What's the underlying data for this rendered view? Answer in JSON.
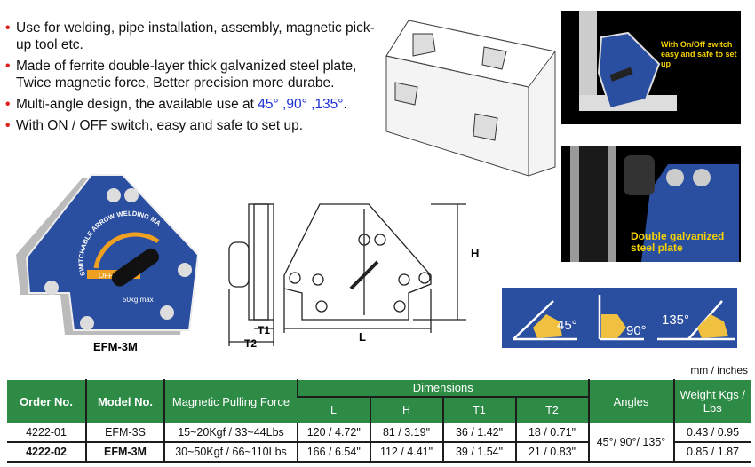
{
  "features": [
    {
      "text": "Use for welding, pipe installation, assembly, magnetic pick-up tool etc."
    },
    {
      "text": "Made of ferrite double-layer thick galvanized steel plate, Twice magnetic force, Better precision more durabe."
    },
    {
      "text": "Multi-angle design, the available use at ",
      "highlight": "45° ,90° ,135°",
      "suffix": "."
    },
    {
      "text": "With ON / OFF switch, easy and safe to set up."
    }
  ],
  "photos": {
    "switch_caption": "With On/Off switch easy and safe to set up",
    "plate_caption": "Double galvanized steel plate",
    "product_label": "EFM-3M",
    "magnet_arc_text": "SWITCHABLE ARROW WELDING MAGNET",
    "magnet_off": "OFF",
    "magnet_max": "50kg max"
  },
  "drawing": {
    "h": "H",
    "l": "L",
    "t1": "T1",
    "t2": "T2"
  },
  "angles": [
    "45°",
    "90°",
    "135°"
  ],
  "table": {
    "unit": "mm / inches",
    "headers": {
      "order": "Order No.",
      "model": "Model No.",
      "force": "Magnetic Pulling Force",
      "dimensions": "Dimensions",
      "l": "L",
      "h": "H",
      "t1": "T1",
      "t2": "T2",
      "angles": "Angles",
      "weight": "Weight Kgs / Lbs"
    },
    "rows": [
      {
        "order": "4222-01",
        "model": "EFM-3S",
        "force": "15~20Kgf / 33~44Lbs",
        "l": "120 / 4.72\"",
        "h": "81 / 3.19\"",
        "t1": "36 / 1.42\"",
        "t2": "18 / 0.71\"",
        "weight": "0.43 / 0.95"
      },
      {
        "order": "4222-02",
        "model": "EFM-3M",
        "force": "30~50Kgf / 66~110Lbs",
        "l": "166 / 6.54\"",
        "h": "112 / 4.41\"",
        "t1": "39 / 1.54\"",
        "t2": "21 / 0.83\"",
        "weight": "0.85 / 1.87"
      }
    ],
    "angles_value": "45°/ 90°/ 135°"
  },
  "colors": {
    "header_green": "#2e8b45",
    "bullet_red": "#e0201a",
    "magnet_blue": "#2b4fa0",
    "caption_yellow": "#f5d200"
  }
}
